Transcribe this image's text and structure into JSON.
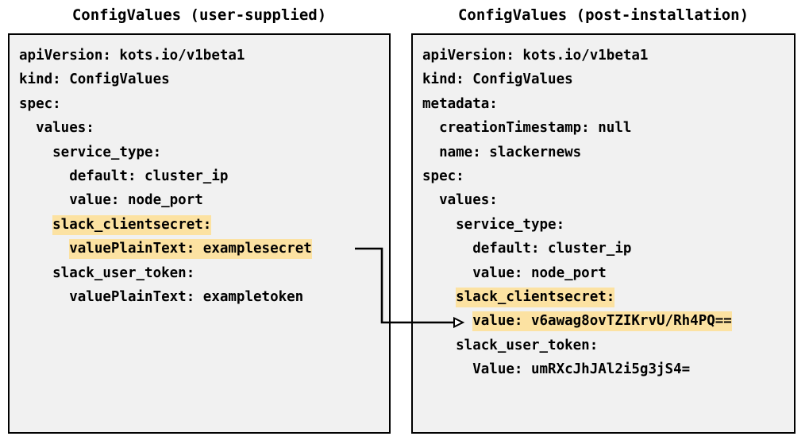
{
  "diagram": {
    "type": "two-panel-yaml-comparison",
    "highlight_color": "#fce2a2",
    "panel_background": "#f1f1f1",
    "border_color": "#000000",
    "text_color": "#000000"
  },
  "left_panel": {
    "title": "ConfigValues (user-supplied)",
    "lines": [
      {
        "text": "apiVersion: kots.io/v1beta1",
        "highlight": false
      },
      {
        "text": "kind: ConfigValues",
        "highlight": false
      },
      {
        "text": "spec:",
        "highlight": false
      },
      {
        "text": "  values:",
        "highlight": false
      },
      {
        "text": "    service_type:",
        "highlight": false
      },
      {
        "text": "      default: cluster_ip",
        "highlight": false
      },
      {
        "text": "      value: node_port",
        "highlight": false
      },
      {
        "indent": "    ",
        "text": "slack_clientsecret:",
        "highlight": true
      },
      {
        "indent": "      ",
        "text": "valuePlainText: examplesecret",
        "highlight": true
      },
      {
        "text": "    slack_user_token:",
        "highlight": false
      },
      {
        "text": "      valuePlainText: exampletoken",
        "highlight": false
      }
    ]
  },
  "right_panel": {
    "title": "ConfigValues (post-installation)",
    "lines": [
      {
        "text": "apiVersion: kots.io/v1beta1",
        "highlight": false
      },
      {
        "text": "kind: ConfigValues",
        "highlight": false
      },
      {
        "text": "metadata:",
        "highlight": false
      },
      {
        "text": "  creationTimestamp: null",
        "highlight": false
      },
      {
        "text": "  name: slackernews",
        "highlight": false
      },
      {
        "text": "spec:",
        "highlight": false
      },
      {
        "text": "  values:",
        "highlight": false
      },
      {
        "text": "    service_type:",
        "highlight": false
      },
      {
        "text": "      default: cluster_ip",
        "highlight": false
      },
      {
        "text": "      value: node_port",
        "highlight": false
      },
      {
        "indent": "    ",
        "text": "slack_clientsecret:",
        "highlight": true
      },
      {
        "indent": "      ",
        "text": "value: v6awag8ovTZIKrvU/Rh4PQ==",
        "highlight": true
      },
      {
        "text": "    slack_user_token:",
        "highlight": false
      },
      {
        "text": "      Value: umRXcJhJAl2i5g3jS4=",
        "highlight": false
      }
    ]
  },
  "connector": {
    "label": "plaintext-to-encrypted-arrow",
    "from": "valuePlainText: examplesecret",
    "to": "value: v6awag8ovTZIKrvU/Rh4PQ=="
  }
}
